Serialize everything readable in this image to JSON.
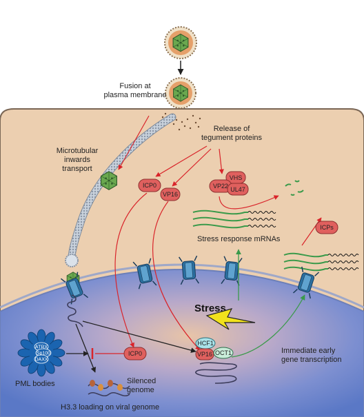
{
  "labels": {
    "fusion": [
      "Fusion at",
      "plasma membrane"
    ],
    "release": [
      "Release of",
      "tegument proteins"
    ],
    "microtubular": [
      "Microtubular",
      "inwards",
      "transport"
    ],
    "stress_mrna": "Stress response mRNAs",
    "stress": "Stress",
    "immediate_early": [
      "Immediate early",
      "gene transcription"
    ],
    "pml_bodies": "PML bodies",
    "silenced": [
      "Silenced",
      "genome"
    ],
    "h33_loading": "H3.3 loading on viral genome",
    "icps": "ICPs"
  },
  "proteins": {
    "icp0_top": "ICP0",
    "vp16_top": "VP16",
    "vp22": "VP22",
    "vhs": "VHS",
    "ul47": "UL47",
    "icp0_nuc": "ICP0",
    "hcf1": "HCF1",
    "vp16_nuc": "VP16",
    "oct1": "OCT1"
  },
  "pml_components": [
    "ATRX",
    "Sp100",
    "DAXX"
  ],
  "colors": {
    "cytoplasm": "#eccfb0",
    "nucleus": "#5f7fcc",
    "arrow_red": "#d9242a",
    "arrow_green": "#3a9a4a",
    "protein_fill": "#e0605e",
    "capsid": "#6aa84f"
  }
}
